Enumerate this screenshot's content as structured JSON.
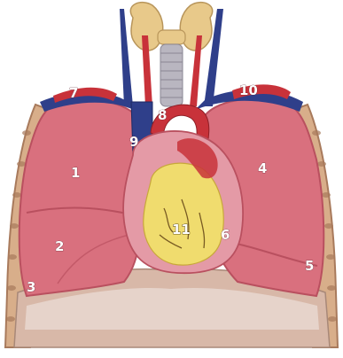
{
  "labels": {
    "n1": "1",
    "n2": "2",
    "n3": "3",
    "n4": "4",
    "n5": "5",
    "n6": "6",
    "n7": "7",
    "n8": "8",
    "n9": "9",
    "n10": "10",
    "n11": "11"
  },
  "colors": {
    "lung": "#d9707e",
    "lung_dark": "#b9505f",
    "ribs": "#d8ae8a",
    "rib_shadow": "#a87a5c",
    "vein": "#2f3f8a",
    "artery": "#c8323a",
    "thyroid": "#e8c98a",
    "heart_fat": "#f0dc6e",
    "diaphragm": "#d8b8a8",
    "pericardium": "#e49aa6"
  }
}
